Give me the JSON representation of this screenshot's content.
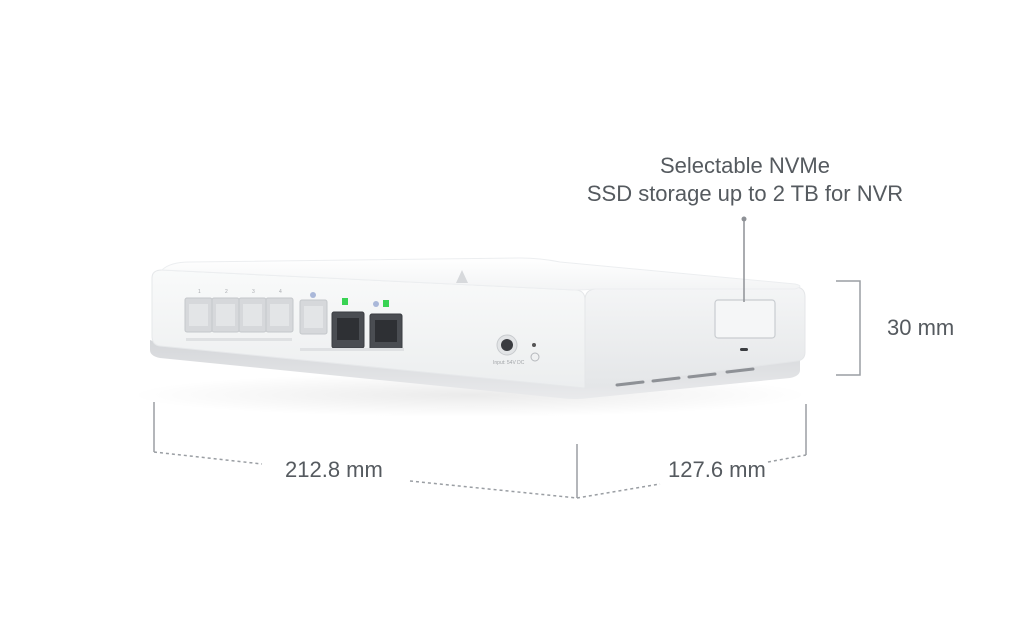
{
  "callout": {
    "line1": "Selectable NVMe",
    "line2": "SSD storage up to 2 TB for NVR"
  },
  "dimensions": {
    "height": "30 mm",
    "width": "212.8 mm",
    "depth": "127.6 mm"
  },
  "device": {
    "power_label": "Input: 54V DC",
    "port_numbers": [
      "1",
      "2",
      "3",
      "4"
    ],
    "colors": {
      "body": "#f7f8f9",
      "base": "#dcdee1",
      "led": "#39d353",
      "dimension_line": "#9a9ea3"
    }
  }
}
